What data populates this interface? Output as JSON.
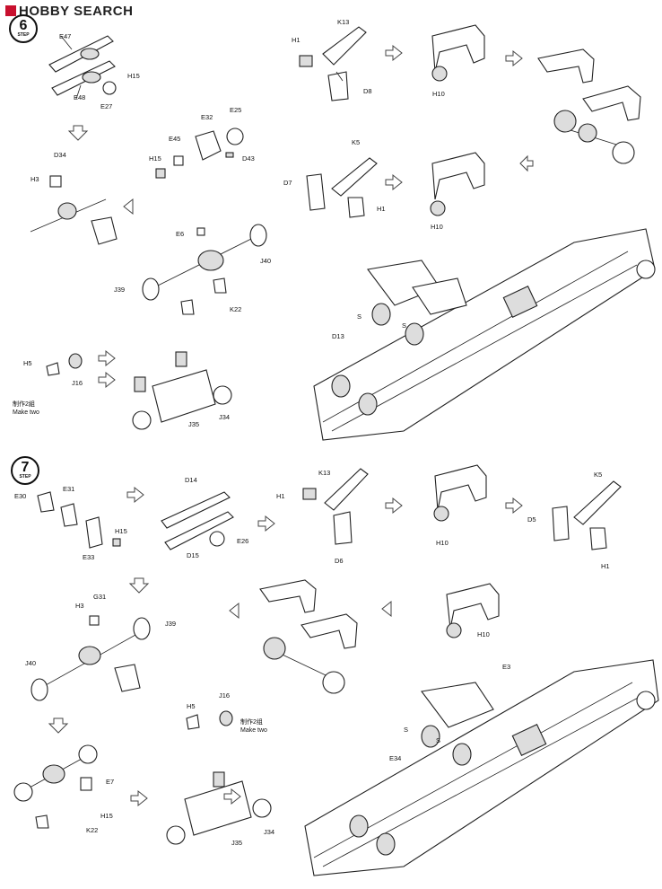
{
  "header": {
    "brand": "HOBBY SEARCH"
  },
  "steps": [
    {
      "number": "6",
      "word": "STEP"
    },
    {
      "number": "7",
      "word": "STEP"
    }
  ],
  "notes": {
    "make_two_1_cn": "制作2組",
    "make_two_1_en": "Make two",
    "make_two_2_cn": "制作2组",
    "make_two_2_en": "Make two"
  },
  "labels": {
    "E47": "E47",
    "E48": "E48",
    "E27": "E27",
    "H15a": "H15",
    "H1a": "H1",
    "K13a": "K13",
    "D8": "D8",
    "H10a": "H10",
    "E32": "E32",
    "E25": "E25",
    "E45": "E45",
    "H15b": "H15",
    "D43": "D43",
    "D34": "D34",
    "H3a": "H3",
    "K5a": "K5",
    "D7": "D7",
    "H1b": "H1",
    "H10b": "H10",
    "E6": "E6",
    "J40a": "J40",
    "J39a": "J39",
    "K22a": "K22",
    "Sa": "S",
    "Sb": "S",
    "D13": "D13",
    "H5a": "H5",
    "J16a": "J16",
    "J35a": "J35",
    "J34a": "J34",
    "E30": "E30",
    "E31": "E31",
    "H15c": "H15",
    "E33": "E33",
    "D14": "D14",
    "D15": "D15",
    "E26": "E26",
    "K13b": "K13",
    "H1c": "H1",
    "D6": "D6",
    "H10c": "H10",
    "K5b": "K5",
    "D5": "D5",
    "H1d": "H1",
    "H3b": "H3",
    "G31": "G31",
    "J39b": "J39",
    "J40b": "J40",
    "H10d": "H10",
    "E3": "E3",
    "H5b": "H5",
    "J16b": "J16",
    "Sc": "S",
    "Sd": "S",
    "E34": "E34",
    "E7": "E7",
    "H15d": "H15",
    "K22b": "K22",
    "J35b": "J35",
    "J34b": "J34"
  }
}
